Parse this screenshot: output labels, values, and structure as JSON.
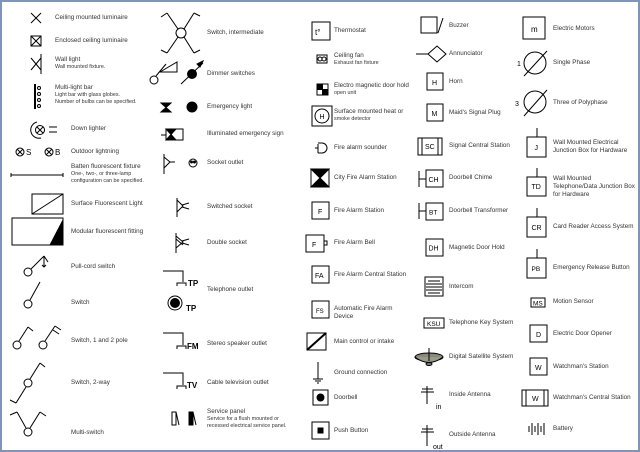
{
  "symbols": [
    {
      "label": "Ceiling mounted luminaire"
    },
    {
      "label": "Enclosed ceiling luminaire"
    },
    {
      "label": "Wall light",
      "note1": "Wall mounted fixture."
    },
    {
      "label": "Multi-light bar",
      "note1": "Light bar with glass globes.",
      "note2": "Number of bulbs can be specified."
    },
    {
      "label": "Down lighter"
    },
    {
      "label": "Outdoor lightning",
      "code1": "S",
      "code2": "B"
    },
    {
      "label": "Batten fluorescent fixture",
      "note1": "One-, two-, or three-lamp",
      "note2": "configuration can be specified."
    },
    {
      "label": "Surface Fluorescent Light"
    },
    {
      "label": "Modular fluorescent fitting"
    },
    {
      "label": "Pull-cord switch"
    },
    {
      "label": "Switch"
    },
    {
      "label": "Switch, 1 and 2 pole"
    },
    {
      "label": "Switch, 2-way"
    },
    {
      "label": "Multi-switch"
    },
    {
      "label": "Switch, intermediate"
    },
    {
      "label": "Dimmer switches"
    },
    {
      "label": "Emergency light"
    },
    {
      "label": "Illuminated emergency sign"
    },
    {
      "label": "Socket outlet"
    },
    {
      "label": "Switched socket"
    },
    {
      "label": "Double socket"
    },
    {
      "label": "Telephone outlet",
      "code": "TP"
    },
    {
      "label": "Stereo speaker outlet",
      "code": "FM"
    },
    {
      "label": "Cable television outlet",
      "code": "TV"
    },
    {
      "label": "Service panel",
      "note1": "Service for a flush mounted or",
      "note2": "recessed electrical service panel."
    },
    {
      "label": "Thermostat",
      "code": "t°"
    },
    {
      "label": "Ceiling fan",
      "note1": "Exhaust fan fixture"
    },
    {
      "label": "Electro magnetic door hold",
      "note1": "open unit"
    },
    {
      "label": "Surface mounted heat or",
      "note1": "smoke detector",
      "code": "H"
    },
    {
      "label": "Fire alarm sounder"
    },
    {
      "label": "City Fire Alarm Station"
    },
    {
      "label": "Fire Alarm Station",
      "code": "F"
    },
    {
      "label": "Fire Alarm Bell",
      "code": "F"
    },
    {
      "label": "Fire Alarm Central Station",
      "code": "FA"
    },
    {
      "label": "Automatic Fire Alarm",
      "note1": "Device",
      "code": "FS"
    },
    {
      "label": "Main control or intake"
    },
    {
      "label": "Ground connection"
    },
    {
      "label": "Doorbell"
    },
    {
      "label": "Push Button"
    },
    {
      "label": "Buzzer"
    },
    {
      "label": "Annunciator"
    },
    {
      "label": "Horn",
      "code": "H"
    },
    {
      "label": "Maid's Signal Plug",
      "code": "M"
    },
    {
      "label": "Signal Central Station",
      "code": "SC"
    },
    {
      "label": "Doorbell Chime",
      "code": "CH"
    },
    {
      "label": "Doorbell Transformer",
      "code": "BT"
    },
    {
      "label": "Magnetic Door Hold",
      "code": "DH"
    },
    {
      "label": "Intercom"
    },
    {
      "label": "Telephone Key System",
      "code": "KSU"
    },
    {
      "label": "Digital Satellite System"
    },
    {
      "label": "Inside Antenna",
      "code": "in"
    },
    {
      "label": "Outside Antenna",
      "code": "out"
    },
    {
      "label": "Electric Motors",
      "code": "m"
    },
    {
      "label": "Single Phase",
      "code": "1"
    },
    {
      "label": "Three of Polyphase",
      "code": "3"
    },
    {
      "label": "Wall Mounted Electrical",
      "note1": "Junction Box for Hardware",
      "code": "J"
    },
    {
      "label": "Wall Mounted",
      "note1": "Telephone/Data Junction Box",
      "note2": "for Hardware",
      "code": "TD"
    },
    {
      "label": "Card Reader Access System",
      "code": "CR"
    },
    {
      "label": "Emergency Release Button",
      "code": "PB"
    },
    {
      "label": "Motion Sensor",
      "code": "MS"
    },
    {
      "label": "Electric Door Opener",
      "code": "D"
    },
    {
      "label": "Watchman's Station",
      "code": "W"
    },
    {
      "label": "Watchman's Central Station",
      "code": "W"
    },
    {
      "label": "Battery"
    }
  ]
}
